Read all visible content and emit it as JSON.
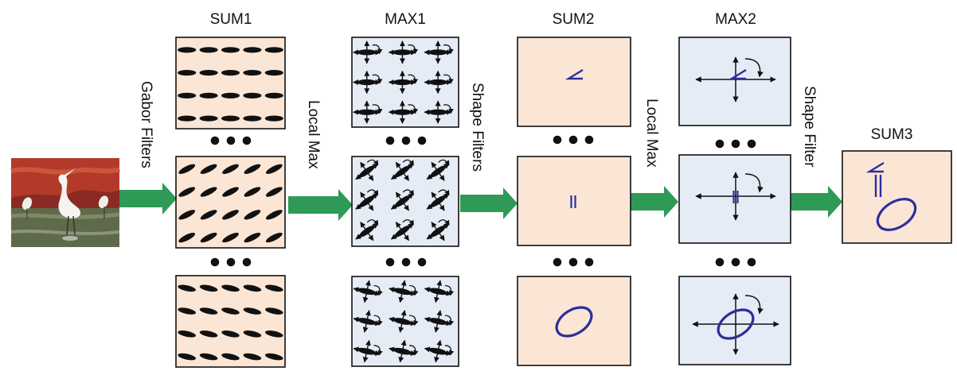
{
  "columns": [
    {
      "title": "SUM1"
    },
    {
      "title": "MAX1"
    },
    {
      "title": "SUM2"
    },
    {
      "title": "MAX2"
    },
    {
      "title": "SUM3"
    }
  ],
  "arrows": [
    {
      "label": "Gabor Filters"
    },
    {
      "label": "Local Max"
    },
    {
      "label": "Shape Filters"
    },
    {
      "label": "Local Max"
    },
    {
      "label": "Shape Filter"
    }
  ],
  "colors": {
    "sum_fill": "#fbe6d6",
    "max_fill": "#e6ecf6",
    "arrow": "#2e9a56",
    "shape_stroke": "#2b2f9c",
    "ink": "#111111"
  },
  "input_image": {
    "icon": "egret-photo-icon"
  }
}
